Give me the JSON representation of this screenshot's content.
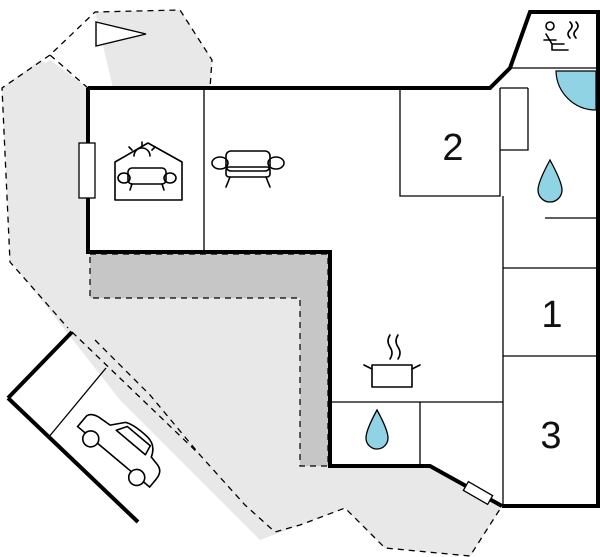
{
  "floorplan": {
    "rooms": [
      {
        "id": "bedroom-2",
        "label": "2"
      },
      {
        "id": "bedroom-1",
        "label": "1"
      },
      {
        "id": "bedroom-3",
        "label": "3"
      }
    ]
  },
  "colors": {
    "terrace": "#e8e8e8",
    "covered": "#c6c6c6",
    "water": "#8fd3e4",
    "walls": "#000000"
  },
  "icons": [
    "north-arrow-icon",
    "sauna-icon",
    "conservatory-sofa-icon",
    "sofa-icon",
    "kitchen-pot-icon",
    "water-drop-icon",
    "car-icon",
    "window-icon",
    "door-icon"
  ]
}
